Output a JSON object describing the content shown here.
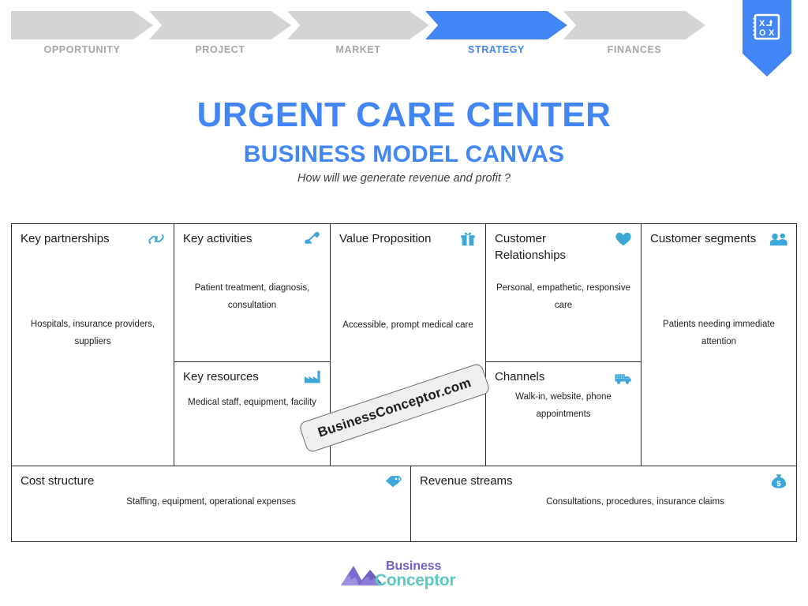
{
  "stepnav": {
    "steps": [
      {
        "label": "OPPORTUNITY",
        "active": false
      },
      {
        "label": "PROJECT",
        "active": false
      },
      {
        "label": "MARKET",
        "active": false
      },
      {
        "label": "STRATEGY",
        "active": true
      },
      {
        "label": "FINANCES",
        "active": false
      }
    ],
    "active_color": "#4285f4",
    "inactive_color": "#d4d4d4",
    "inactive_label_color": "#a6a6a6",
    "badge_icon": "strategy-playbook-icon"
  },
  "header": {
    "title": "URGENT CARE CENTER",
    "subtitle": "BUSINESS MODEL CANVAS",
    "tagline": "How will we generate revenue and profit ?",
    "title_color": "#4285f4"
  },
  "canvas": {
    "blocks": {
      "key_partnerships": {
        "title": "Key partnerships",
        "body": "Hospitals, insurance providers, suppliers",
        "icon": "chain-link-icon"
      },
      "key_activities": {
        "title": "Key activities",
        "body": "Patient treatment, diagnosis, consultation",
        "icon": "shovel-icon"
      },
      "key_resources": {
        "title": "Key resources",
        "body": "Medical staff, equipment, facility",
        "icon": "factory-icon"
      },
      "value_proposition": {
        "title": "Value Proposition",
        "body": "Accessible, prompt medical care",
        "icon": "gift-icon"
      },
      "customer_relationships": {
        "title": "Customer Relationships",
        "body": "Personal, empathetic, responsive care",
        "icon": "heart-icon"
      },
      "channels": {
        "title": "Channels",
        "body": "Walk-in, website, phone appointments",
        "icon": "delivery-truck-icon"
      },
      "customer_segments": {
        "title": "Customer segments",
        "body": "Patients needing immediate attention",
        "icon": "people-group-icon"
      },
      "cost_structure": {
        "title": "Cost structure",
        "body": "Staffing, equipment, operational expenses",
        "icon": "price-tag-icon"
      },
      "revenue_streams": {
        "title": "Revenue streams",
        "body": "Consultations, procedures, insurance claims",
        "icon": "money-bag-icon"
      }
    },
    "icon_color": "#3da7d9",
    "border_color": "#2b2b2b"
  },
  "watermark": {
    "text": "BusinessConceptor.com"
  },
  "footer": {
    "logo_word_1": "Business",
    "logo_word_2": "Conceptor",
    "logo_color_1": "#6e5fc4",
    "logo_color_2": "#5ec8c0",
    "logo_mark": "mountain-peaks-icon"
  }
}
